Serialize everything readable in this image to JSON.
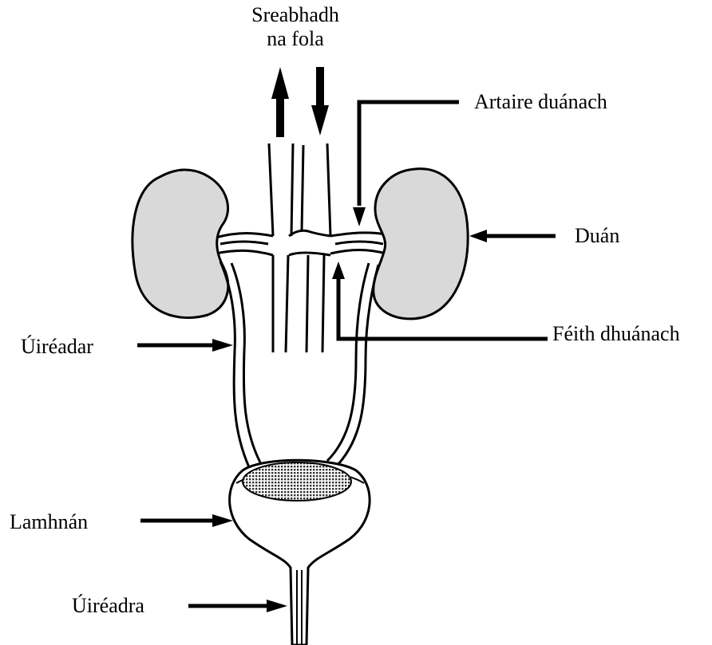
{
  "labels": {
    "blood_flow_line1": "Sreabhadh",
    "blood_flow_line2": "na fola",
    "renal_artery": "Artaire duánach",
    "kidney": "Duán",
    "renal_vein": "Féith dhuánach",
    "ureter": "Úiréadar",
    "bladder": "Lamhnán",
    "urethra": "Úiréadra"
  },
  "colors": {
    "kidney_fill": "#d9d9d9",
    "bladder_fill": "#ffffff",
    "line": "#000000"
  }
}
